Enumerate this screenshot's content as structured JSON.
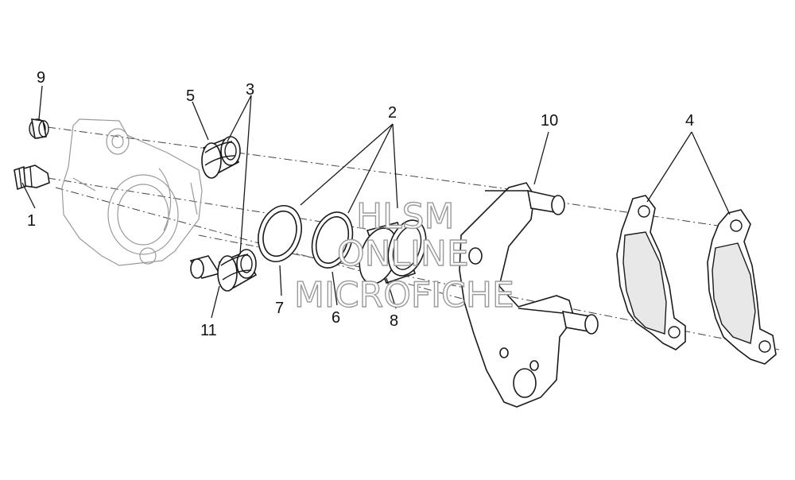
{
  "callouts": {
    "c1": "1",
    "c2": "2",
    "c3": "3",
    "c4": "4",
    "c5": "5",
    "c6": "6",
    "c7": "7",
    "c8": "8",
    "c9": "9",
    "c10": "10",
    "c11": "11"
  },
  "watermark": {
    "line1": "HLSM",
    "line2": "ONLINE",
    "line3": "MICROFICHE"
  }
}
